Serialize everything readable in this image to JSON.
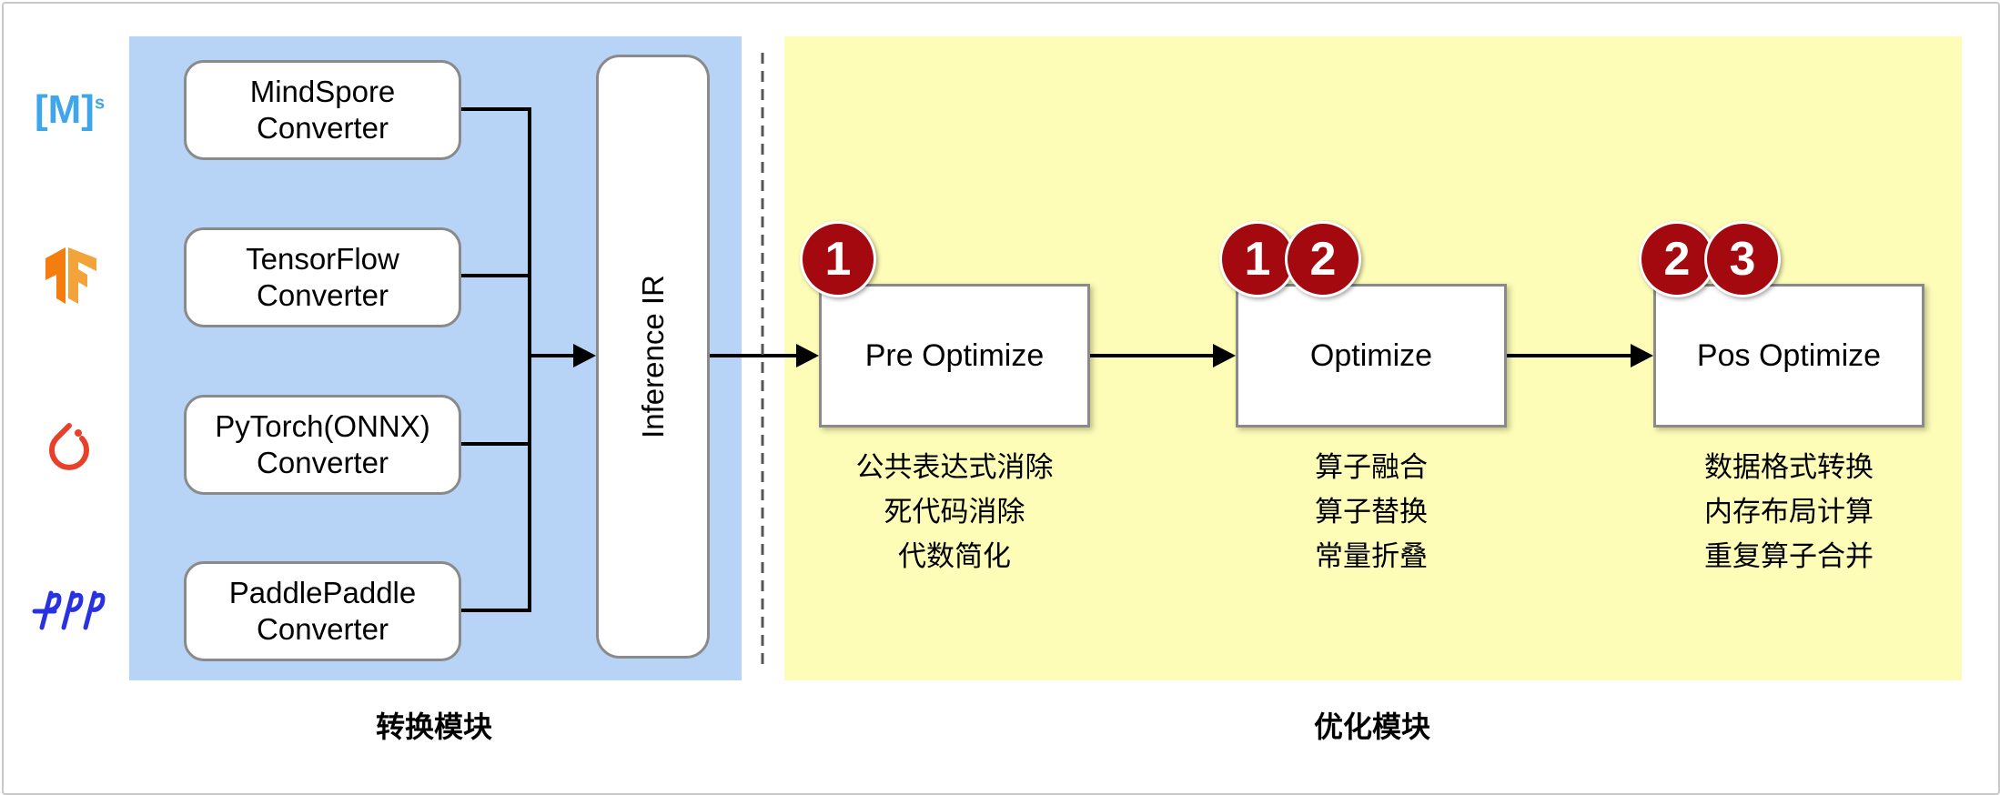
{
  "frameworks": [
    {
      "name": "MindSpore",
      "icon": "mindspore-logo-icon",
      "logo_text": "[M]",
      "logo_sup": "s"
    },
    {
      "name": "TensorFlow",
      "icon": "tensorflow-logo-icon"
    },
    {
      "name": "PyTorch",
      "icon": "pytorch-logo-icon"
    },
    {
      "name": "PaddlePaddle",
      "icon": "paddlepaddle-logo-icon"
    }
  ],
  "converters": [
    {
      "line1": "MindSpore",
      "line2": "Converter"
    },
    {
      "line1": "TensorFlow",
      "line2": "Converter"
    },
    {
      "line1": "PyTorch(ONNX)",
      "line2": "Converter"
    },
    {
      "line1": "PaddlePaddle",
      "line2": "Converter"
    }
  ],
  "inference_ir": "Inference IR",
  "optimizers": [
    {
      "label": "Pre Optimize",
      "badges": [
        "1"
      ],
      "items": [
        "公共表达式消除",
        "死代码消除",
        "代数简化"
      ]
    },
    {
      "label": "Optimize",
      "badges": [
        "1",
        "2"
      ],
      "items": [
        "算子融合",
        "算子替换",
        "常量折叠"
      ]
    },
    {
      "label": "Pos Optimize",
      "badges": [
        "2",
        "3"
      ],
      "items": [
        "数据格式转换",
        "内存布局计算",
        "重复算子合并"
      ]
    }
  ],
  "sections": {
    "conversion": "转换模块",
    "optimization": "优化模块"
  },
  "colors": {
    "conversion_panel": "#b7d3f5",
    "optimization_panel": "#fdfdb7",
    "badge": "#a3090e",
    "mindspore": "#3fa6ea",
    "tensorflow": "#f57c0e",
    "pytorch": "#e8412b",
    "paddle": "#2932e1"
  }
}
